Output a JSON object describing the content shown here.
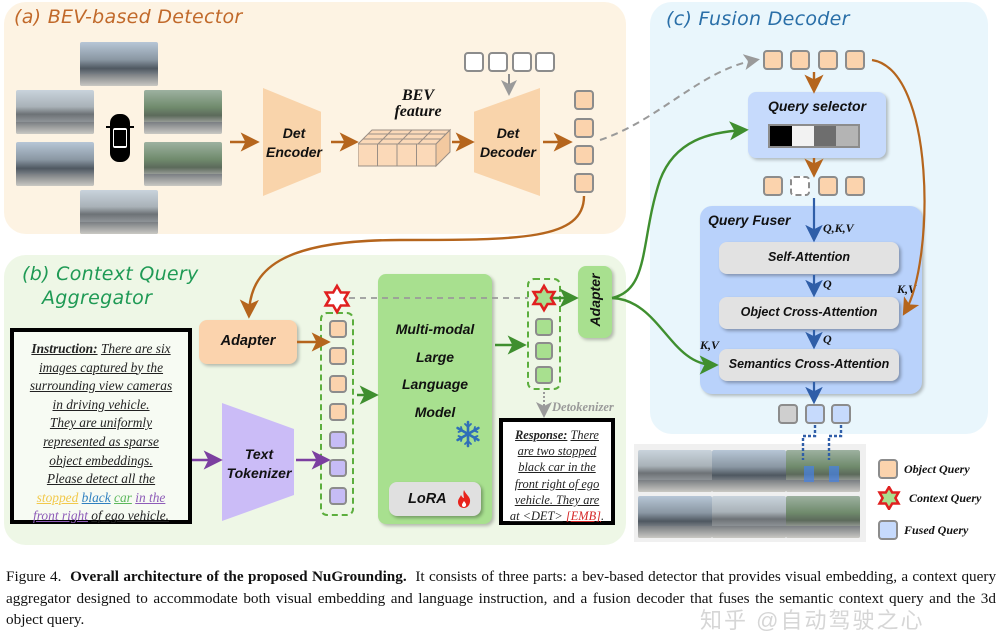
{
  "panels": {
    "a": {
      "title": "(a) BEV-based Detector"
    },
    "b": {
      "title_line1": "(b) Context Query",
      "title_line2": "Aggregator"
    },
    "c": {
      "title": "(c) Fusion Decoder"
    }
  },
  "detector": {
    "encoder_line1": "Det",
    "encoder_line2": "Encoder",
    "bev_line1": "BEV",
    "bev_line2": "feature",
    "decoder_line1": "Det",
    "decoder_line2": "Decoder",
    "camera_views": 6
  },
  "aggregator": {
    "adapter_label": "Adapter",
    "tokenizer_line1": "Text",
    "tokenizer_line2": "Tokenizer",
    "llm_lines": [
      "Multi-modal",
      "Large",
      "Language",
      "Model"
    ],
    "lora_label": "LoRA",
    "output_adapter_label": "Adapter",
    "detokenizer_label": "Detokenizer",
    "instruction": {
      "heading": "Instruction:",
      "lines": [
        "There are six",
        "images captured by the",
        "surrounding view cameras",
        "in driving vehicle.",
        "They are uniformly",
        "represented as sparse",
        "object embeddings.",
        "Please detect all the"
      ],
      "colored": [
        {
          "text": "stopped",
          "color": "#f2c94c"
        },
        {
          "text": "black",
          "color": "#2f80c0"
        },
        {
          "text": "car",
          "color": "#5cb85c"
        },
        {
          "text": "in the",
          "color": "#8e5cb8"
        }
      ],
      "last_colored": {
        "text": "front right",
        "color": "#8e5cb8"
      },
      "last_plain": "of ego vehicle."
    },
    "response": {
      "heading": "Response:",
      "lines": [
        "There",
        "are two stopped",
        "black car in the",
        "front right of ego",
        "vehicle. They are"
      ],
      "det_token": "at <DET>",
      "emb_token": "[EMB]",
      "emb_color": "#d62828"
    }
  },
  "fusion": {
    "query_selector_label": "Query selector",
    "selector_shades": [
      "#000000",
      "#f2f2f2",
      "#6e6e6e",
      "#b4b4b4"
    ],
    "query_fuser_label": "Query Fuser",
    "qkv_label": "Q,K,V",
    "self_attention_label": "Self-Attention",
    "q_label_1": "Q",
    "object_cross_label": "Object Cross-Attention",
    "q_label_2": "Q",
    "kv_right_label": "K,V",
    "kv_left_label": "K,V",
    "semantics_cross_label": "Semantics Cross-Attention"
  },
  "legend": [
    {
      "label": "Object Query",
      "color": "#fbd3ad"
    },
    {
      "label": "Context Query",
      "color": "#a8e08f"
    },
    {
      "label": "Fused Query",
      "color": "#c6dafc"
    }
  ],
  "caption": {
    "figure_label": "Figure 4.",
    "bold": "Overall architecture of the proposed NuGrounding.",
    "body": "It consists of three parts: a bev-based detector that provides visual embedding, a context query aggregator designed to accommodate both visual embedding and language instruction, and a fusion decoder that fuses the semantic context query and the 3d object query."
  },
  "watermark": "知乎 @自动驾驶之心",
  "colors": {
    "orange_arrow": "#b5651d",
    "green_arrow": "#3f8f2f",
    "purple_arrow": "#7b3fa0",
    "blue_arrow": "#2f5ea8",
    "gray_dash": "#9a9a9a",
    "star_red": "#e02020"
  }
}
